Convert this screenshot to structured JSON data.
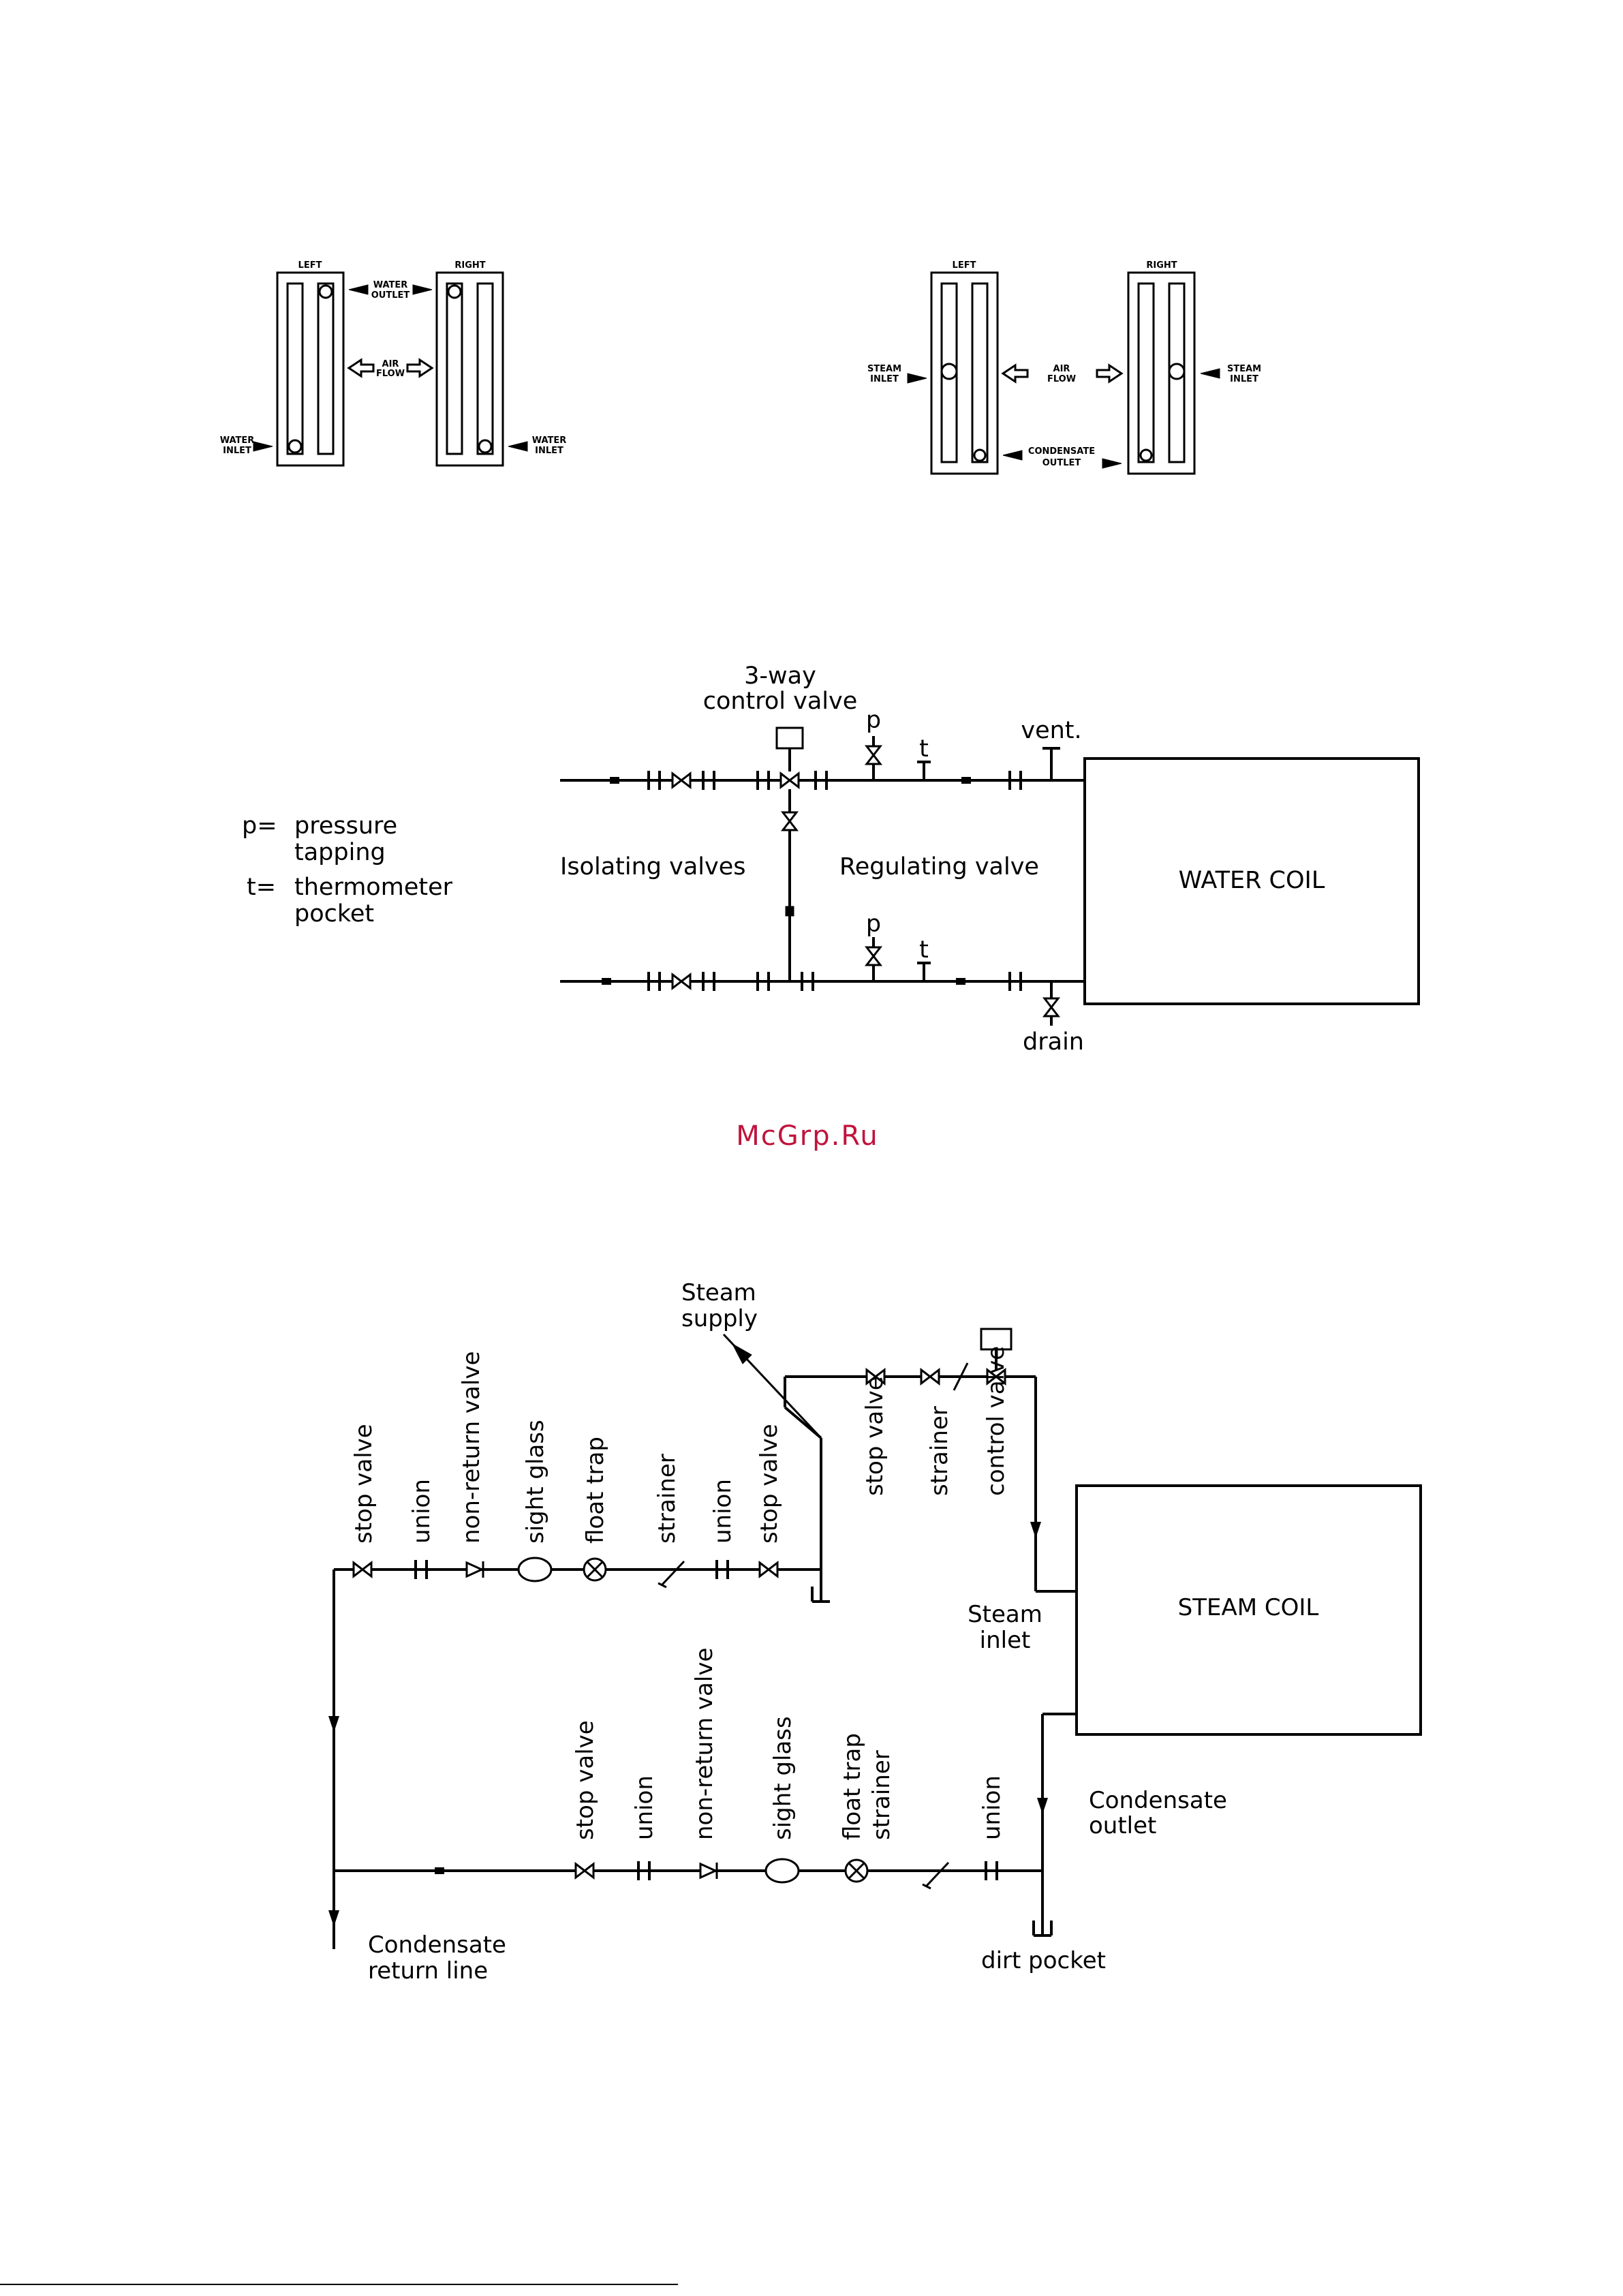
{
  "coil_connections": {
    "water": {
      "left_title": "LEFT",
      "right_title": "RIGHT",
      "water_outlet": [
        "WATER",
        "OUTLET"
      ],
      "air_flow": [
        "AIR",
        "FLOW"
      ],
      "water_inlet_left": [
        "WATER",
        "INLET"
      ],
      "water_inlet_right": [
        "WATER",
        "INLET"
      ]
    },
    "steam": {
      "left_title": "LEFT",
      "right_title": "RIGHT",
      "steam_inlet_left": [
        "STEAM",
        "INLET"
      ],
      "air_flow": [
        "AIR",
        "FLOW"
      ],
      "steam_inlet_right": [
        "STEAM",
        "INLET"
      ],
      "condensate_outlet": [
        "CONDENSATE",
        "OUTLET"
      ]
    }
  },
  "water_piping": {
    "three_way": [
      "3-way",
      "control valve"
    ],
    "p_top": "p",
    "t_top": "t",
    "vent": "vent.",
    "legend_p": [
      "p=",
      "pressure",
      "tapping"
    ],
    "legend_t": [
      "t=",
      "thermometer",
      "pocket"
    ],
    "isolating": "Isolating valves",
    "regulating": "Regulating valve",
    "coil": "WATER COIL",
    "p_bottom": "p",
    "t_bottom": "t",
    "drain": "drain"
  },
  "watermark": "McGrp.Ru",
  "steam_piping": {
    "steam_supply": [
      "Steam",
      "supply"
    ],
    "upper_labels": [
      "stop valve",
      "union",
      "non-return valve",
      "sight glass",
      "float trap",
      "strainer",
      "union",
      "stop valve"
    ],
    "supply_labels": [
      "stop valve",
      "strainer",
      "control valve"
    ],
    "coil": "STEAM COIL",
    "steam_inlet": [
      "Steam",
      "inlet"
    ],
    "lower_labels": [
      "stop valve",
      "union",
      "non-return valve",
      "sight glass",
      "float trap",
      "strainer",
      "union"
    ],
    "condensate_outlet": [
      "Condensate",
      "outlet"
    ],
    "condensate_return": [
      "Condensate",
      "return line"
    ],
    "dirt_pocket": "dirt pocket"
  }
}
